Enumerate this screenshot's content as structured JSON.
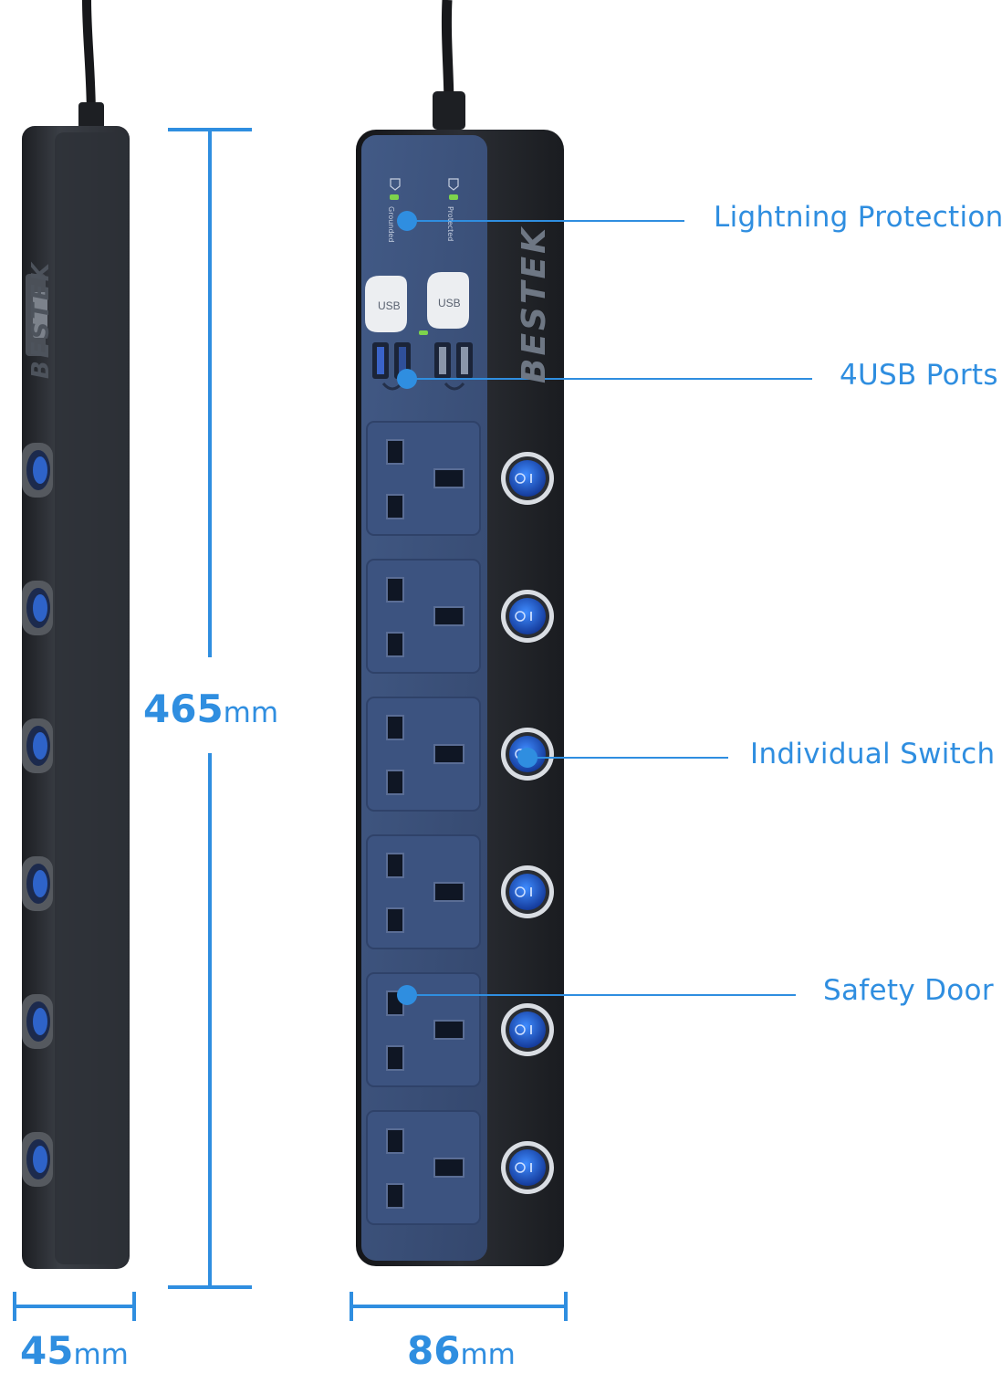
{
  "product": {
    "brand": "BESTEK",
    "usb_cover_label": "USB",
    "indicators": [
      "Grounded",
      "Protected"
    ]
  },
  "dimensions": {
    "height": {
      "value": "465",
      "unit": "mm"
    },
    "thickness": {
      "value": "45",
      "unit": "mm"
    },
    "width": {
      "value": "86",
      "unit": "mm"
    }
  },
  "callouts": [
    {
      "label": "Lightning Protection"
    },
    {
      "label": "4USB Ports"
    },
    {
      "label": "Individual Switch"
    },
    {
      "label": "Safety Door"
    }
  ],
  "colors": {
    "accent": "#2f8ee0",
    "faceplate": "#3a4f78",
    "body": "#26292e"
  }
}
